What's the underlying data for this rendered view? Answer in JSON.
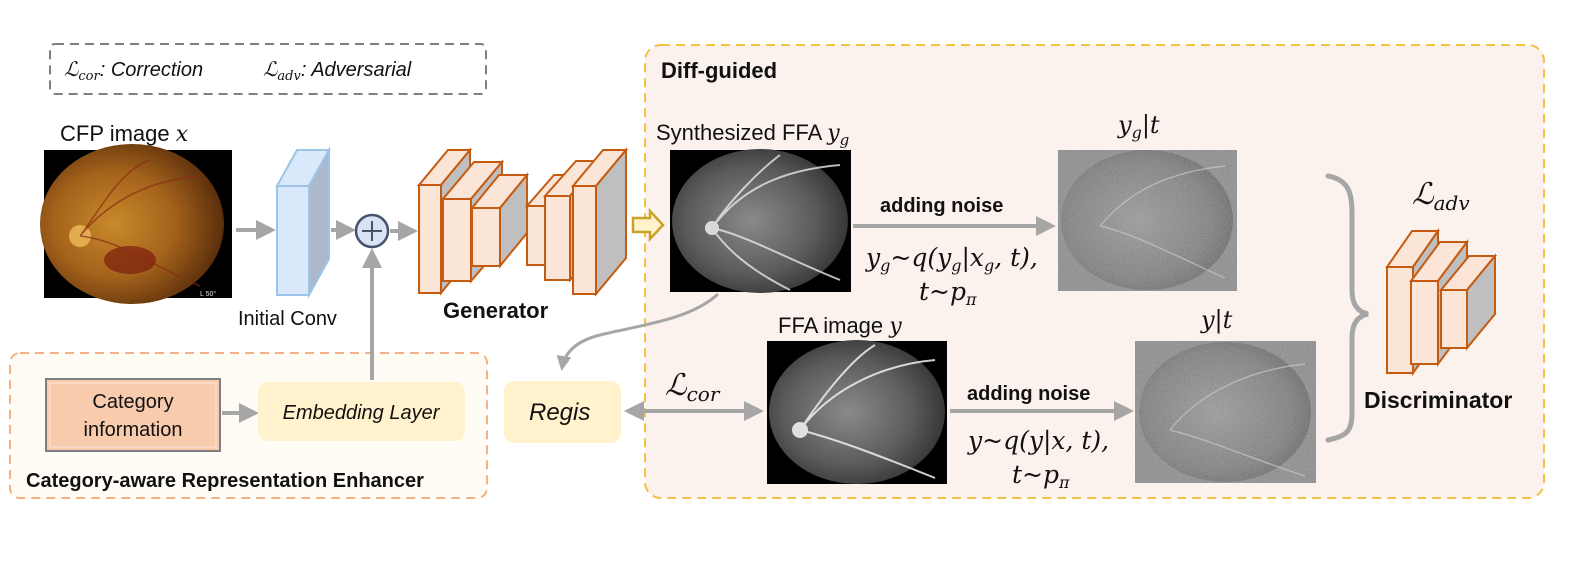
{
  "legend": {
    "cor_symbol": "ℒ",
    "cor_sub": "cor",
    "cor_text": ": Correction",
    "adv_symbol": "ℒ",
    "adv_sub": "adv",
    "adv_text": ": Adversarial"
  },
  "input": {
    "label": "CFP image ",
    "var": "x",
    "corner_text": "L  50°"
  },
  "initial_conv_label": "Initial Conv",
  "generator_label": "Generator",
  "enhancer": {
    "title": "Category-aware Representation Enhancer",
    "category_line1": "Category",
    "category_line2": "information",
    "embedding_label": "Embedding Layer"
  },
  "regis_label": "Regis",
  "diff": {
    "title": "Diff-guided",
    "synth_label": "Synthesized FFA ",
    "synth_var": "y",
    "synth_sub": "g",
    "noisy_synth_label": "y",
    "noisy_synth_sub": "g",
    "noisy_synth_suffix": "|t",
    "adding_noise_top": "adding noise",
    "formula_top_line1": "y_g~q(y_g|x_g, t),",
    "formula_top_a": "y",
    "formula_top_a_sub": "g",
    "formula_top_b": "~q(y",
    "formula_top_b_sub": "g",
    "formula_top_c": "|x",
    "formula_top_c_sub": "g",
    "formula_top_d": ", t),",
    "formula_top_line2": "t~p",
    "formula_top_line2_sub": "π",
    "ffa_label": "FFA image ",
    "ffa_var": "y",
    "noisy_ffa_label": "y|t",
    "adding_noise_bottom": "adding noise",
    "formula_bot_line1": "y~q(y|x, t),",
    "formula_bot_line2": "t~p",
    "formula_bot_line2_sub": "π",
    "cor_symbol": "ℒ",
    "cor_sub": "cor",
    "adv_symbol": "ℒ",
    "adv_sub": "adv",
    "discriminator_label": "Discriminator"
  },
  "colors": {
    "orange_face": "#fbe5d6",
    "orange_stroke": "#c55a11",
    "gray_side": "#bfbfbf",
    "arrow_gray": "#a6a6a6",
    "dash_orange": "#f4b183",
    "dash_yellow": "#f4c242",
    "diff_bg": "#fbf2ed",
    "enh_bg": "#fefcf4",
    "embed_bg": "#fff2cc",
    "conv_face": "#dae8fc",
    "conv_stroke": "#9dc3e6",
    "conv_side": "#adb9ca",
    "hollow_arrow": "#fff2cc"
  }
}
